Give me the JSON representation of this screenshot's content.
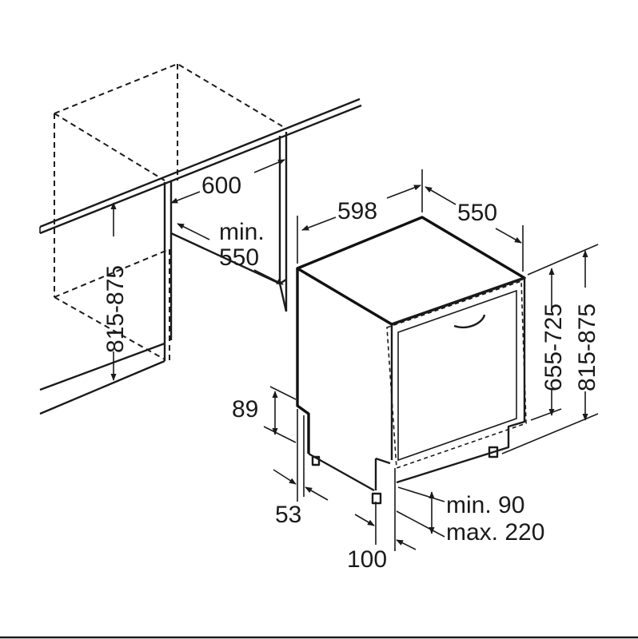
{
  "dimensions": {
    "niche_width": "600",
    "niche_depth_line1": "min.",
    "niche_depth_line2": "550",
    "niche_height": "815-875",
    "appliance_width": "598",
    "appliance_depth": "550",
    "door_height": "655-725",
    "appliance_height": "815-875",
    "plinth_height": "89",
    "plinth_setback": "53",
    "plinth_clearance_line1": "min. 90",
    "plinth_clearance_line2": "max. 220",
    "door_offset": "100"
  },
  "colors": {
    "line": "#1a1a1a",
    "background": "#ffffff"
  }
}
